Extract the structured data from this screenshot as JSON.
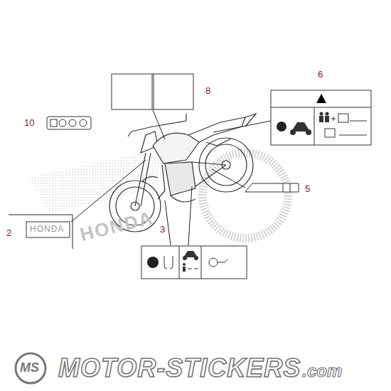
{
  "diagram": {
    "labels": [
      "10",
      "8",
      "6",
      "5",
      "3",
      "2",
      "HONDA",
      "HONDA",
      "MS",
      "MOTOR-STICKERS",
      ".com"
    ]
  }
}
